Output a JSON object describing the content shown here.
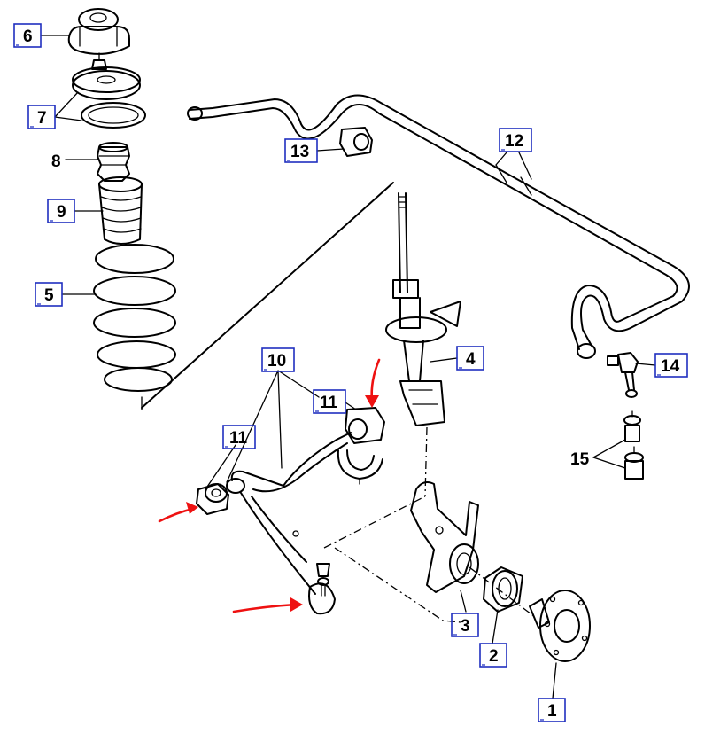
{
  "diagram": {
    "callouts": [
      {
        "id": "c1",
        "text": "1",
        "boxed": true
      },
      {
        "id": "c2",
        "text": "2",
        "boxed": true
      },
      {
        "id": "c3",
        "text": "3",
        "boxed": true
      },
      {
        "id": "c4",
        "text": "4",
        "boxed": true
      },
      {
        "id": "c5",
        "text": "5",
        "boxed": true
      },
      {
        "id": "c6",
        "text": "6",
        "boxed": true
      },
      {
        "id": "c7",
        "text": "7",
        "boxed": true
      },
      {
        "id": "c8",
        "text": "8",
        "boxed": false
      },
      {
        "id": "c9",
        "text": "9",
        "boxed": true
      },
      {
        "id": "c10",
        "text": "10",
        "boxed": true
      },
      {
        "id": "c11a",
        "text": "11",
        "boxed": true
      },
      {
        "id": "c11b",
        "text": "11",
        "boxed": true
      },
      {
        "id": "c12",
        "text": "12",
        "boxed": true
      },
      {
        "id": "c13",
        "text": "13",
        "boxed": true
      },
      {
        "id": "c14",
        "text": "14",
        "boxed": true
      },
      {
        "id": "c15",
        "text": "15",
        "boxed": false
      }
    ],
    "highlight_color": "#e11111",
    "label_box_color": "#1f2fbf"
  }
}
